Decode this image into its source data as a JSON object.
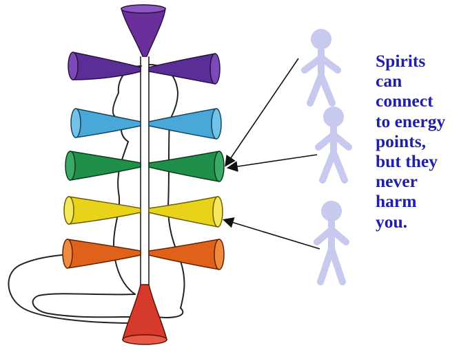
{
  "caption": {
    "lines": [
      "Spirits",
      "can",
      "connect",
      "to energy",
      "points,",
      "but they",
      "never",
      "harm",
      "you."
    ],
    "color": "#1f1fa8"
  },
  "chakras": [
    {
      "name": "crown",
      "color": "#6a2f9a",
      "icon": "vertical-funnel-up"
    },
    {
      "name": "third-eye",
      "color": "#5a2e96",
      "icon": "horizontal-funnel-pair"
    },
    {
      "name": "throat",
      "color": "#4aa8d8",
      "icon": "horizontal-funnel-pair"
    },
    {
      "name": "heart",
      "color": "#1f8f4a",
      "icon": "horizontal-funnel-pair"
    },
    {
      "name": "solar-plexus",
      "color": "#e8d21a",
      "icon": "horizontal-funnel-pair"
    },
    {
      "name": "sacral",
      "color": "#e0621a",
      "icon": "horizontal-funnel-pair"
    },
    {
      "name": "root",
      "color": "#d63a2a",
      "icon": "vertical-funnel-down"
    }
  ],
  "spirit_figures": {
    "count": 3,
    "color": "#c7c9ee",
    "icon": "stick-figure"
  },
  "arrows": [
    {
      "from": "spirit-figure-1",
      "to": "heart"
    },
    {
      "from": "spirit-figure-2",
      "to": "heart"
    },
    {
      "from": "spirit-figure-3",
      "to": "solar-plexus"
    }
  ],
  "colors": {
    "outline": "#222222",
    "arrow": "#111111",
    "background": "#ffffff"
  }
}
